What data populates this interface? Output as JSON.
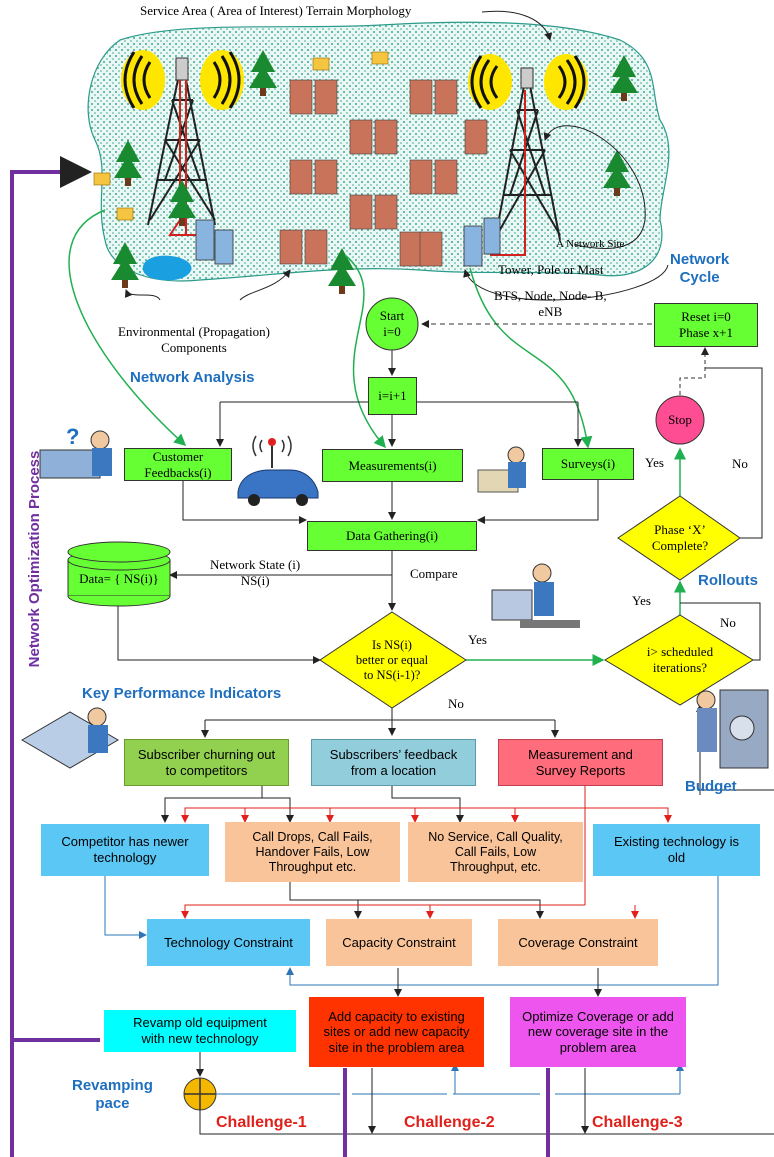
{
  "header": {
    "terrain_title": "Service Area ( Area of Interest) Terrain Morphology",
    "network_site": "A Network Site",
    "tower": "Tower, Pole or Mast",
    "bts": "BTS, Node, Node- B,\neNB",
    "environmental": "Environmental (Propagation)\nComponents"
  },
  "sections": {
    "network_cycle": "Network\nCycle",
    "network_analysis": "Network Analysis",
    "rollouts": "Rollouts",
    "kpi": "Key Performance Indicators",
    "budget": "Budget",
    "revamping_pace": "Revamping\npace",
    "optimization_process": "Network Optimization Process"
  },
  "flow": {
    "start": "Start\ni=0",
    "reset": "Reset i=0\nPhase x+1",
    "increment": "i=i+1",
    "stop": "Stop",
    "customer_feedbacks": "Customer\nFeedbacks(i)",
    "measurements": "Measurements(i)",
    "surveys": "Surveys(i)",
    "data_gathering": "Data Gathering(i)",
    "data_store": "Data= { NS(i)}",
    "network_state": "Network State (i)\nNS(i)",
    "compare": "Compare",
    "decision_ns": "Is NS(i)\nbetter or equal\nto NS(i-1)?",
    "decision_iter": "i> scheduled\niterations?",
    "decision_phase": "Phase ‘X’\nComplete?",
    "yes_ns": "Yes",
    "no_ns": "No",
    "yes_iter": "Yes",
    "no_iter": "No",
    "yes_phase": "Yes",
    "no_phase": "No"
  },
  "kpi_boxes": {
    "churn": "Subscriber churning out\nto competitors",
    "feedback": "Subscribers’ feedback\nfrom a location",
    "reports": "Measurement and\nSurvey Reports"
  },
  "causes": {
    "competitor": "Competitor has newer\ntechnology",
    "drops": "Call Drops, Call Fails,\nHandover Fails, Low\nThroughput etc.",
    "noservice": "No Service, Call Quality,\nCall Fails, Low\nThroughput, etc.",
    "old_tech": "Existing technology is\nold"
  },
  "constraints": {
    "technology": "Technology Constraint",
    "capacity": "Capacity Constraint",
    "coverage": "Coverage Constraint"
  },
  "actions": {
    "revamp": "Revamp old equipment\nwith new technology",
    "add_capacity": "Add capacity to existing\nsites or add new capacity\nsite in the problem area",
    "optimize": "Optimize Coverage  or add\nnew coverage site in the\nproblem area"
  },
  "challenges": {
    "c1": "Challenge-1",
    "c2": "Challenge-2",
    "c3": "Challenge-3"
  },
  "colors": {
    "green": "#66ff33",
    "yellow": "#ffff00",
    "stop": "#ff4d94",
    "blue_box": "#5bc7f5",
    "peach_box": "#f9c49a",
    "kpi_green": "#92d050",
    "kpi_blue": "#92cddc",
    "kpi_red": "#ff6c7c",
    "revamp_cyan": "#00ffff",
    "capacity_red": "#ff3300",
    "optimize_magenta": "#ee55ee",
    "purple": "#7030a0",
    "heading_blue": "#1f6fbf",
    "challenge_red": "#e0201a"
  }
}
